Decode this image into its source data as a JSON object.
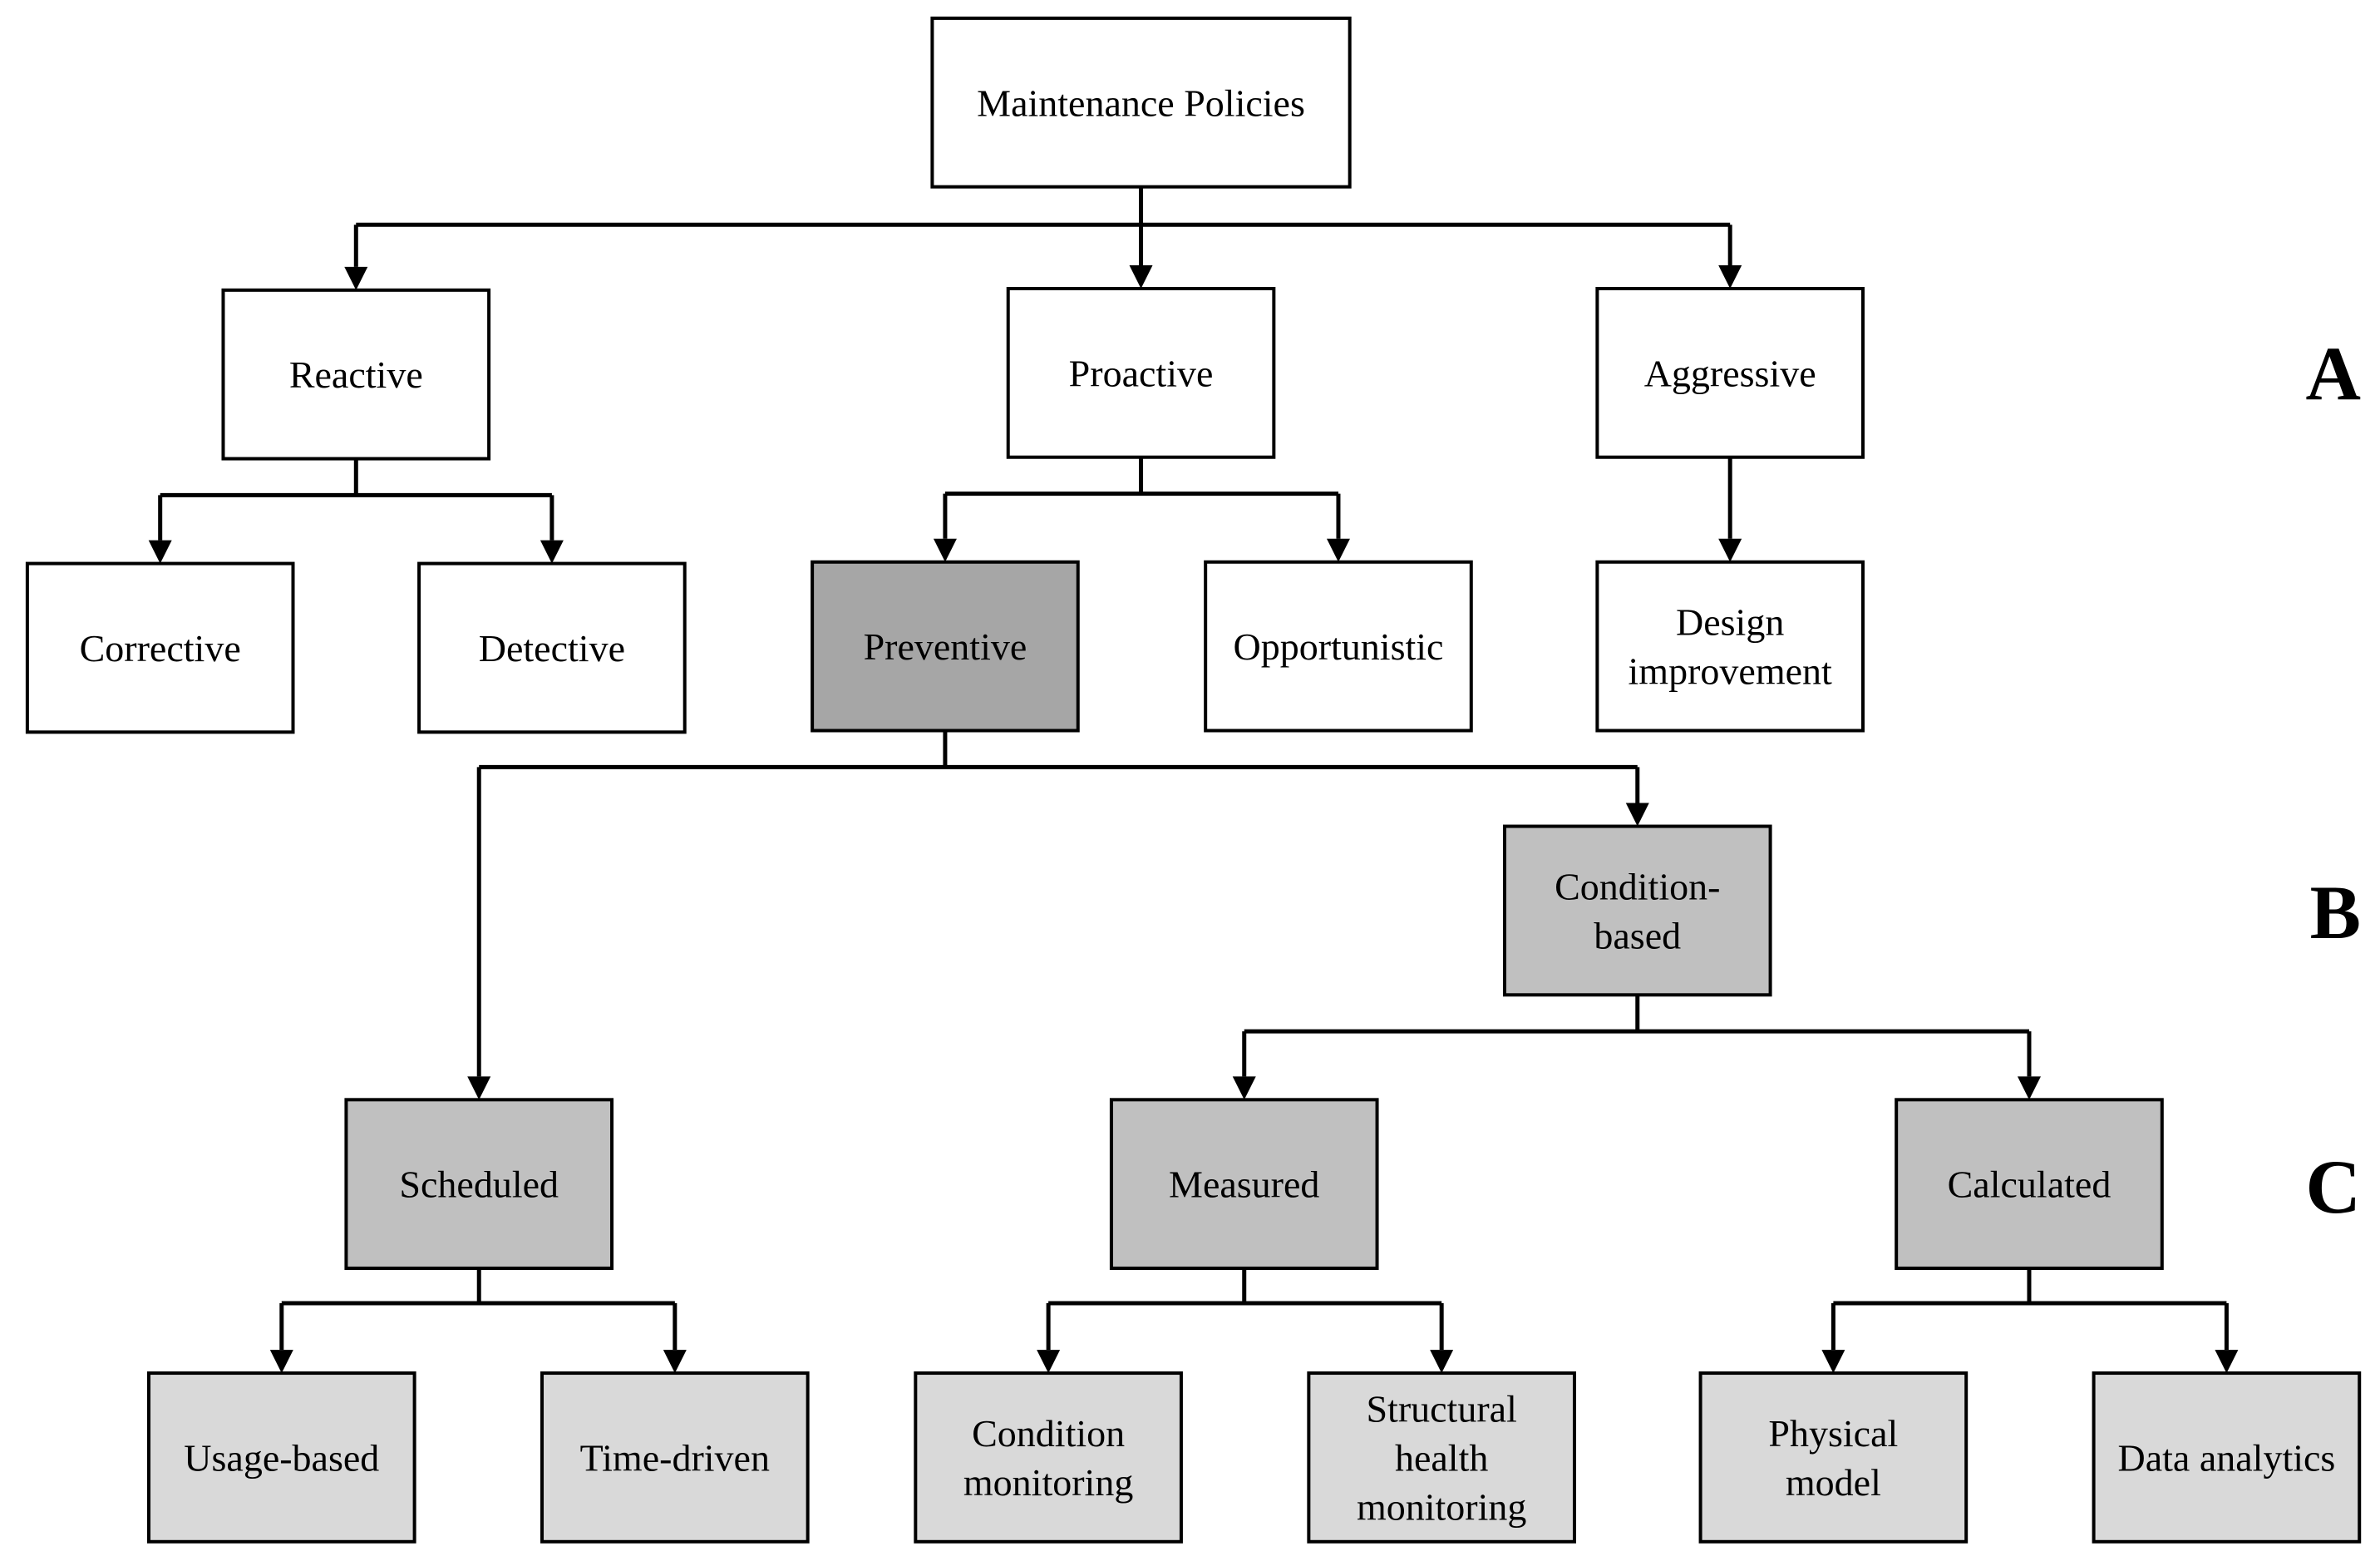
{
  "colors": {
    "white": "#ffffff",
    "dark_gray": "#a6a6a6",
    "medium_gray": "#c0c0c0",
    "light_gray": "#d9d9d9"
  },
  "nodes": {
    "maintenance_policies": {
      "lines": [
        "Maintenance Policies"
      ],
      "fill": "white"
    },
    "reactive": {
      "lines": [
        "Reactive"
      ],
      "fill": "white"
    },
    "proactive": {
      "lines": [
        "Proactive"
      ],
      "fill": "white"
    },
    "aggressive": {
      "lines": [
        "Aggressive"
      ],
      "fill": "white"
    },
    "corrective": {
      "lines": [
        "Corrective"
      ],
      "fill": "white"
    },
    "detective": {
      "lines": [
        "Detective"
      ],
      "fill": "white"
    },
    "preventive": {
      "lines": [
        "Preventive"
      ],
      "fill": "dark_gray"
    },
    "opportunistic": {
      "lines": [
        "Opportunistic"
      ],
      "fill": "white"
    },
    "design_improvement": {
      "lines": [
        "Design",
        "improvement"
      ],
      "fill": "white"
    },
    "condition_based": {
      "lines": [
        "Condition-",
        "based"
      ],
      "fill": "medium_gray"
    },
    "scheduled": {
      "lines": [
        "Scheduled"
      ],
      "fill": "medium_gray"
    },
    "measured": {
      "lines": [
        "Measured"
      ],
      "fill": "medium_gray"
    },
    "calculated": {
      "lines": [
        "Calculated"
      ],
      "fill": "medium_gray"
    },
    "usage_based": {
      "lines": [
        "Usage-based"
      ],
      "fill": "light_gray"
    },
    "time_driven": {
      "lines": [
        "Time-driven"
      ],
      "fill": "light_gray"
    },
    "condition_monitoring": {
      "lines": [
        "Condition",
        "monitoring"
      ],
      "fill": "light_gray"
    },
    "structural_health_monitoring": {
      "lines": [
        "Structural",
        "health",
        "monitoring"
      ],
      "fill": "light_gray"
    },
    "physical_model": {
      "lines": [
        "Physical",
        "model"
      ],
      "fill": "light_gray"
    },
    "data_analytics": {
      "lines": [
        "Data analytics"
      ],
      "fill": "light_gray"
    }
  },
  "edges": [
    {
      "from": "maintenance_policies",
      "to": [
        "reactive",
        "proactive",
        "aggressive"
      ]
    },
    {
      "from": "reactive",
      "to": [
        "corrective",
        "detective"
      ]
    },
    {
      "from": "proactive",
      "to": [
        "preventive",
        "opportunistic"
      ]
    },
    {
      "from": "aggressive",
      "to": [
        "design_improvement"
      ]
    },
    {
      "from": "preventive",
      "to": [
        "scheduled",
        "condition_based"
      ]
    },
    {
      "from": "condition_based",
      "to": [
        "measured",
        "calculated"
      ]
    },
    {
      "from": "scheduled",
      "to": [
        "usage_based",
        "time_driven"
      ]
    },
    {
      "from": "measured",
      "to": [
        "condition_monitoring",
        "structural_health_monitoring"
      ]
    },
    {
      "from": "calculated",
      "to": [
        "physical_model",
        "data_analytics"
      ]
    }
  ],
  "level_labels": {
    "a": "A",
    "b": "B",
    "c": "C"
  }
}
